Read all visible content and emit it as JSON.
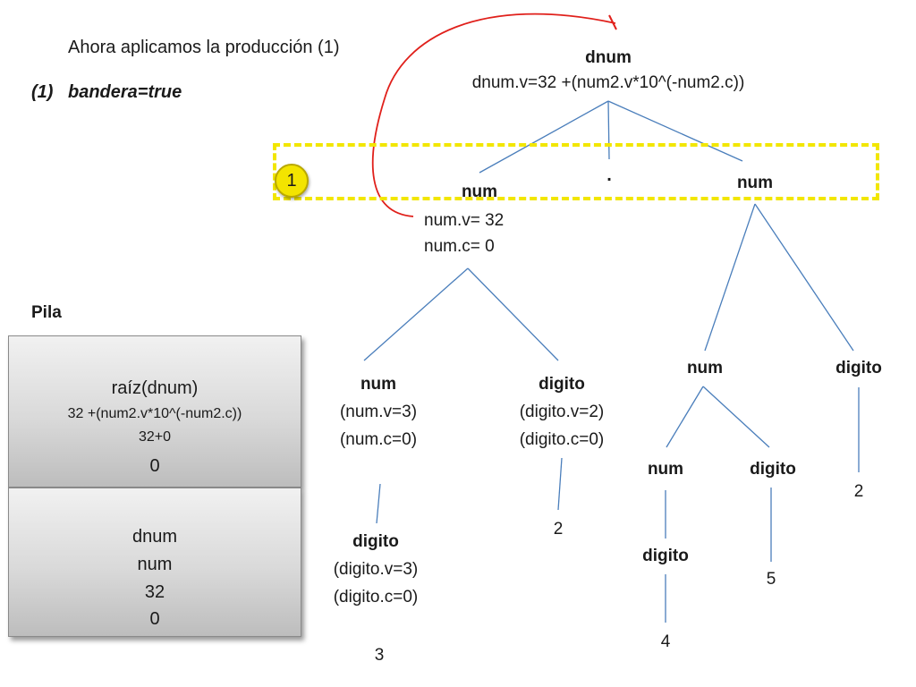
{
  "header": {
    "intro": "Ahora aplicamos la producción (1)",
    "rule_number": "(1)",
    "rule_text": "bandera=true"
  },
  "step_badge": "1",
  "tree": {
    "root": {
      "label": "dnum",
      "rule": "dnum.v=32 +(num2.v*10^(-num2.c))"
    },
    "dot": ".",
    "num_left": {
      "label": "num",
      "v": "num.v= 32",
      "c": "num.c= 0"
    },
    "num_right": {
      "label": "num"
    },
    "num_ll": {
      "label": "num",
      "v": "(num.v=3)",
      "c": "(num.c=0)"
    },
    "digito_lr": {
      "label": "digito",
      "v": "(digito.v=2)",
      "c": "(digito.c=0)"
    },
    "digito_lll": {
      "label": "digito",
      "v": "(digito.v=3)",
      "c": "(digito.c=0)"
    },
    "leaf_3": "3",
    "leaf_2_left": "2",
    "num_rl": {
      "label": "num"
    },
    "digito_rr": {
      "label": "digito"
    },
    "leaf_2_right": "2",
    "num_rll": {
      "label": "num"
    },
    "digito_rlr": {
      "label": "digito"
    },
    "digito_rlll": {
      "label": "digito"
    },
    "leaf_4": "4",
    "leaf_5": "5"
  },
  "stack": {
    "title": "Pila",
    "top": {
      "line1": "raíz(dnum)",
      "line2": "32 +(num2.v*10^(-num2.c))",
      "line3": "32+0",
      "line4": "0"
    },
    "bottom": {
      "line1": "dnum",
      "line2": "num",
      "line3": "32",
      "line4": "0"
    }
  },
  "colors": {
    "tree_lines": "#4a7ebb",
    "arrow": "#e0201b",
    "highlight": "#f2e600"
  }
}
